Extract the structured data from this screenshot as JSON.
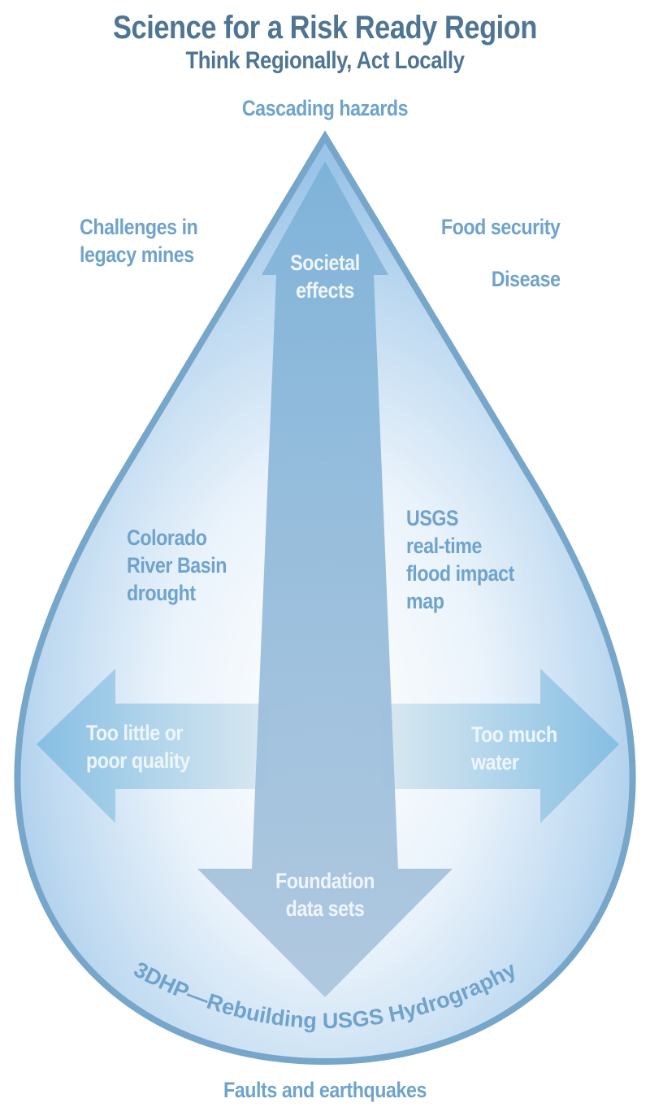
{
  "header": {
    "title": "Science for a Risk Ready Region",
    "subtitle": "Think Regionally, Act Locally"
  },
  "labels": {
    "top": "Cascading hazards",
    "upper_left": [
      "Challenges in",
      "legacy mines"
    ],
    "upper_right_1": "Food security",
    "upper_right_2": "Disease",
    "mid_left": [
      "Colorado",
      "River Basin",
      "drought"
    ],
    "mid_right": [
      "USGS",
      "real-time",
      "flood impact",
      "map"
    ],
    "bottom": "Faults and earthquakes",
    "curved": "3DHP—Rebuilding USGS Hydrography"
  },
  "arrows": {
    "up": [
      "Societal",
      "effects"
    ],
    "down": [
      "Foundation",
      "data sets"
    ],
    "left": [
      "Too little or",
      "poor quality"
    ],
    "right": [
      "Too much",
      "water"
    ]
  },
  "colors": {
    "title": "#4f7594",
    "label": "#6fa3cc",
    "outline": "#76a6c9",
    "arrow": "#7fb0d4",
    "arrow_text": "#eef5fb"
  }
}
